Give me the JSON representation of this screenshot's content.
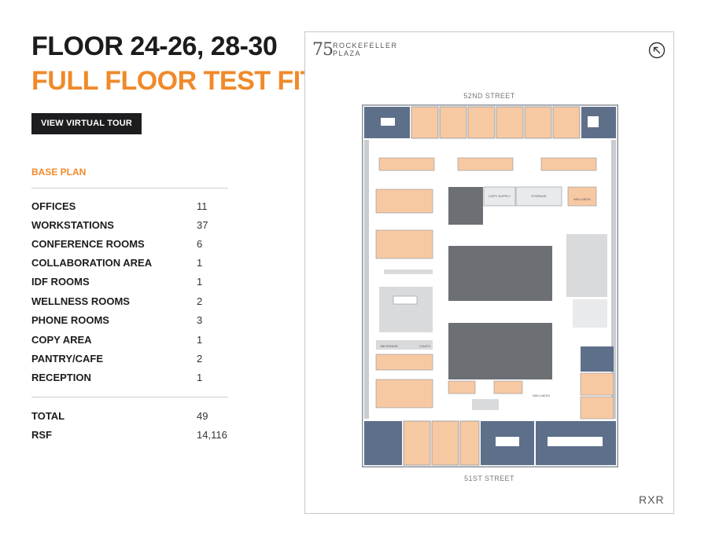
{
  "header": {
    "title_line1": "FLOOR 24-26, 28-30",
    "title_line2": "FULL FLOOR TEST FIT",
    "tour_button": "VIEW VIRTUAL TOUR"
  },
  "summary": {
    "section_label": "BASE PLAN",
    "rows": [
      {
        "label": "OFFICES",
        "value": "11"
      },
      {
        "label": "WORKSTATIONS",
        "value": "37"
      },
      {
        "label": "CONFERENCE ROOMS",
        "value": "6"
      },
      {
        "label": "COLLABORATION AREA",
        "value": "1"
      },
      {
        "label": "IDF ROOMS",
        "value": "1"
      },
      {
        "label": "WELLNESS ROOMS",
        "value": "2"
      },
      {
        "label": "PHONE ROOMS",
        "value": "3"
      },
      {
        "label": "COPY AREA",
        "value": "1"
      },
      {
        "label": "PANTRY/CAFE",
        "value": "2"
      },
      {
        "label": "RECEPTION",
        "value": "1"
      }
    ],
    "total_label": "TOTAL",
    "total_value": "49",
    "rsf_label": "RSF",
    "rsf_value": "14,116"
  },
  "plan": {
    "brand_number": "75",
    "brand_line1": "ROCKEFELLER",
    "brand_line2": "PLAZA",
    "north_street": "52ND STREET",
    "south_street": "51ST STREET",
    "logo": "RXR",
    "room_labels": {
      "copy_supply": "COPY SUPPLY",
      "storage": "STORAGE",
      "wellness_top": "WELLNESS",
      "wellness_bottom": "WELLNESS",
      "beverage": "BEVERAGE",
      "coats": "COATS"
    },
    "colors": {
      "office": "#f7c9a3",
      "conference": "#5e6f8a",
      "core": "#6c6f74",
      "wall": "#9aa0a6",
      "support": "#d9dadc"
    }
  },
  "icons": {
    "nav": "arrow-up-left-circle-icon"
  }
}
